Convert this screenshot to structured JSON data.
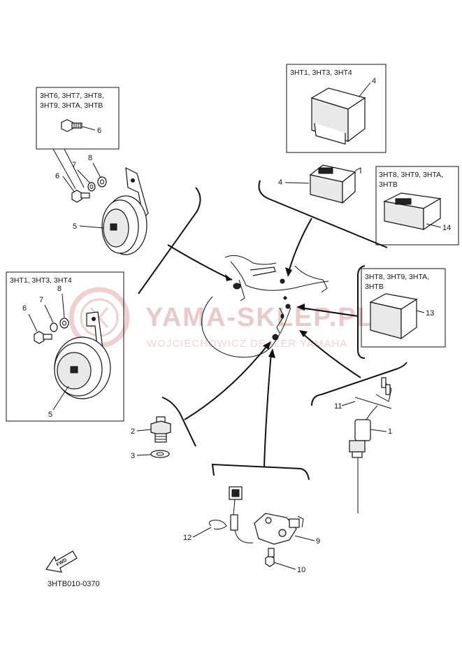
{
  "watermark": {
    "main": "YAMA-SKLEP.PL",
    "sub": "WOJCIECHOWICZ DEALER YAMAHA"
  },
  "inset_boxes": {
    "top_left_models": [
      "3HT6, 3HT7, 3HT8,",
      "3HT9, 3HTA, 3HTB"
    ],
    "left_models": [
      "3HT1, 3HT3, 3HT4"
    ],
    "top_right_models": [
      "3HT1, 3HT3, 3HT4"
    ],
    "right_mid_models": [
      "3HT8, 3HT9, 3HTA,",
      "3HTB"
    ],
    "right_low_models": [
      "3HT8, 3HT9, 3HTA,",
      "3HTB"
    ]
  },
  "callouts": {
    "c1": "1",
    "c2": "2",
    "c3": "3",
    "c4a": "4",
    "c4b": "4",
    "c5a": "5",
    "c5b": "5",
    "c6a": "6",
    "c6b": "6",
    "c6c": "6",
    "c7a": "7",
    "c7b": "7",
    "c8a": "8",
    "c8b": "8",
    "c9": "9",
    "c10": "10",
    "c11": "11",
    "c12": "12",
    "c13": "13",
    "c14": "14"
  },
  "fwd_label": "FWD",
  "diagram_code": "3HTB010-0370"
}
